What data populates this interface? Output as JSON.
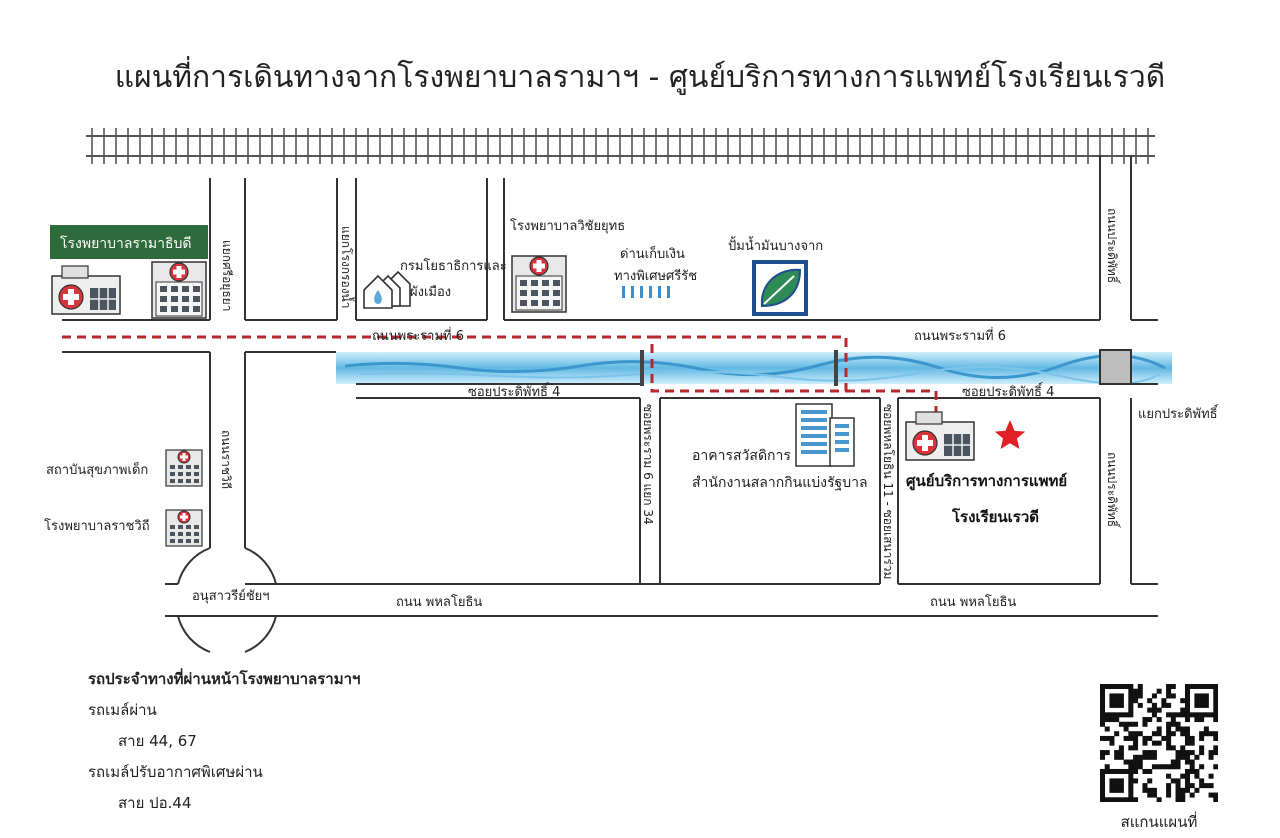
{
  "title": "แผนที่การเดินทางจากโรงพยาบาลรามาฯ - ศูนย์บริการทางการแพทย์โรงเรียนเรวดี",
  "landmarks": {
    "ramathibodi": "โรงพยาบาลรามาธิบดี",
    "vichaiyut": "โรงพยาบาลวิชัยยุทธ",
    "meteorology": [
      "กรมโยธาธิการและ",
      "ผังเมือง"
    ],
    "toll": [
      "ด่านเก็บเงิน",
      "ทางพิเศษศรีรัช"
    ],
    "gas_station": "ปั้มน้ำมันบางจาก",
    "welfare": [
      "อาคารสวัสดิการ",
      "สำนักงานสลากกินแบ่งรัฐบาล"
    ],
    "destination": [
      "ศูนย์บริการทางการแพทย์",
      "โรงเรียนเรวดี"
    ],
    "child_institute": "สถาบันสุขภาพเด็ก",
    "rajavithi": "โรงพยาบาลราชวิถี",
    "monument": "อนุสาวรีย์ชัยฯ",
    "pracha_junction": "แยกประดิพัทธิ์"
  },
  "roads": {
    "rama6_left": "ถนนพระรามที่ 6",
    "rama6_right": "ถนนพระรามที่ 6",
    "soi4_left": "ซอยประดิพัทธิ์ 4",
    "soi4_right": "ซอยประดิพัทธิ์ 4",
    "phahon_left": "ถนน พหลโยธิน",
    "phahon_right": "ถนน พหลโยธิน",
    "sri_ayutthaya": "แยกศรีอยุธยา",
    "rong_krong": "แยกโรงกรองน้ำ",
    "rajavithi_rd": "ถนนราชวิถี",
    "rama6_soi": "ซอยพระราม 6 แยก 34",
    "phahon_soi": "ซอยพหลโยธิน 11 - ซอยเสนาร่วม",
    "pradiphat_top": "ถนนประดิพัทธิ์",
    "pradiphat_bottom": "ถนนประดิพัทธิ์"
  },
  "bus_info": {
    "heading": "รถประจำทางที่ผ่านหน้าโรงพยาบาลรามาฯ",
    "regular_label": "รถเมล์ผ่าน",
    "regular_lines": "สาย 44, 67",
    "ac_label": "รถเมล์ปรับอากาศพิเศษผ่าน",
    "ac_lines": "สาย  ปอ.44"
  },
  "qr_label": "สแกนแผนที่",
  "colors": {
    "route": "#b5282e",
    "canal": "#8fd0ef",
    "hospital_label_bg": "#2e6b3a",
    "star": "#e01f26",
    "road_line": "#333333"
  }
}
